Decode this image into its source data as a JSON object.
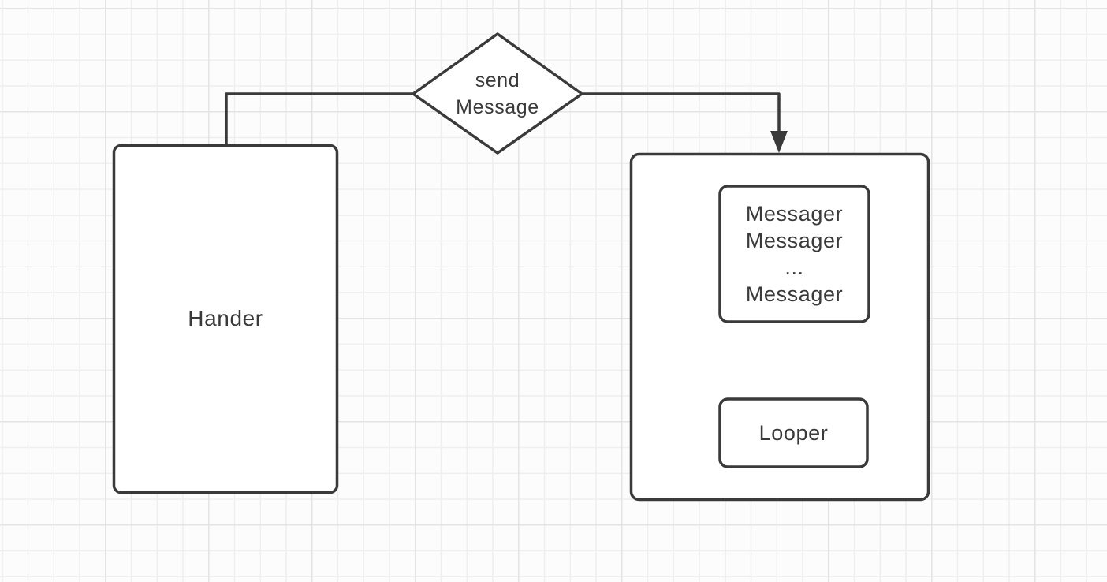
{
  "diagram": {
    "title_hint": "Android Handler / Looper message flow diagram",
    "colors": {
      "stroke": "#3a3a3a",
      "text": "#3a3a3a",
      "node_fill": "#ffffff",
      "background": "#fcfcfc",
      "grid_minor": "#efefef",
      "grid_major": "#e4e4e4"
    },
    "nodes": {
      "hander": {
        "label": "Hander"
      },
      "send_message": {
        "line1": "send",
        "line2": "Message"
      },
      "message_queue": {
        "lines": [
          "Messager",
          "Messager",
          "...",
          "Messager"
        ]
      },
      "looper": {
        "label": "Looper"
      }
    },
    "edges": [
      {
        "from": "hander",
        "to": "send_message",
        "arrow": false
      },
      {
        "from": "send_message",
        "to": "queue-container",
        "arrow": true
      },
      {
        "from": "message_queue",
        "to": "looper",
        "arrow": true
      },
      {
        "from": "looper",
        "to": "message_queue",
        "arrow": true,
        "shape": "loop-back"
      }
    ]
  }
}
